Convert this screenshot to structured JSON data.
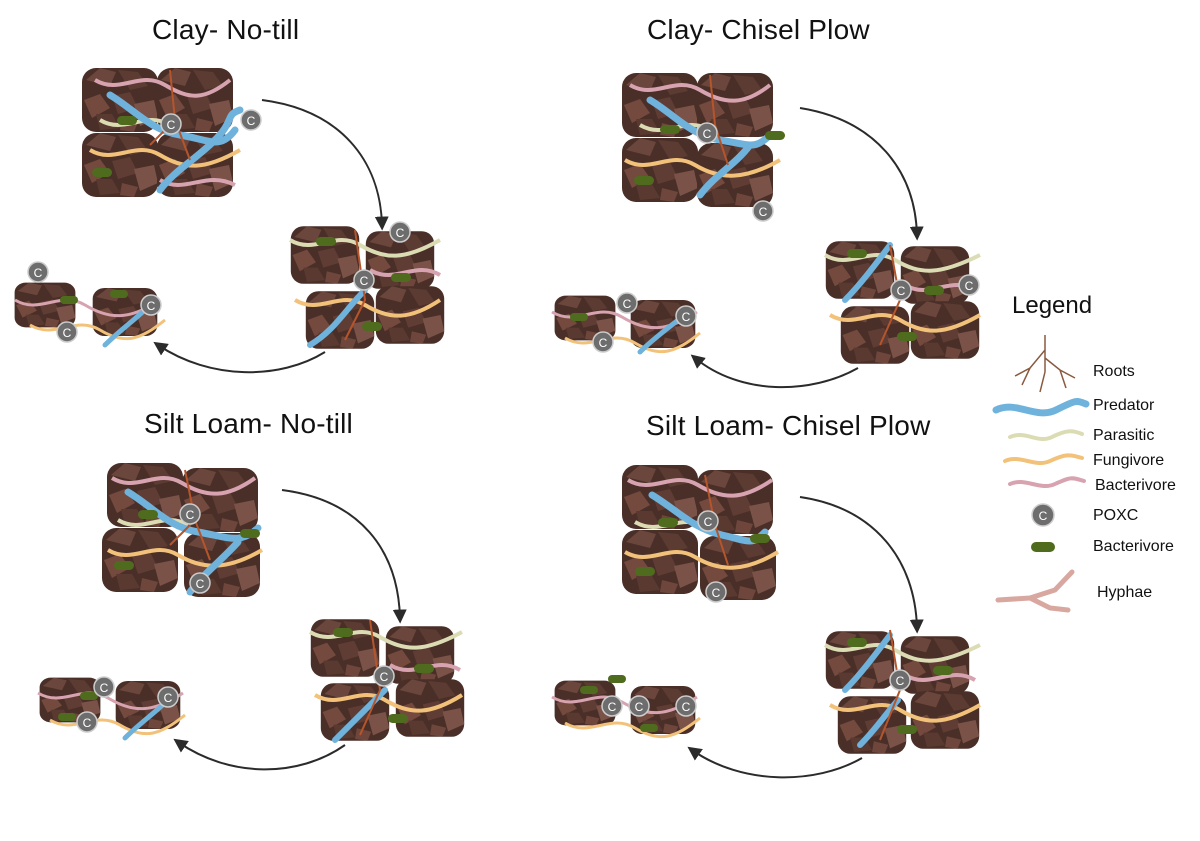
{
  "panels": [
    {
      "title": "Clay- No-till"
    },
    {
      "title": "Clay- Chisel Plow"
    },
    {
      "title": "Silt Loam- No-till"
    },
    {
      "title": "Silt Loam- Chisel Plow"
    }
  ],
  "poxc_symbol": "C",
  "legend": {
    "title": "Legend",
    "items": [
      {
        "label": "Roots",
        "icon": "roots-icon"
      },
      {
        "label": "Predator",
        "icon": "predator-worm-icon"
      },
      {
        "label": "Parasitic",
        "icon": "parasitic-worm-icon"
      },
      {
        "label": "Fungivore",
        "icon": "fungivore-worm-icon"
      },
      {
        "label": "Bacterivore",
        "icon": "bacterivore-worm-icon"
      },
      {
        "label": "POXC",
        "icon": "poxc-icon"
      },
      {
        "label": "Bacterivore",
        "icon": "bacteria-icon"
      },
      {
        "label": "Hyphae",
        "icon": "hyphae-icon"
      }
    ]
  },
  "colors": {
    "soil": "#5a3a30",
    "soil_dark": "#3f2822",
    "soil_light": "#7a5248",
    "predator": "#6fb2dc",
    "parasitic": "#dcdcb4",
    "fungivore": "#f2c27a",
    "bacterivore": "#d7a3b0",
    "roots": "#b5552c",
    "poxc": "#6d6d6d",
    "bacteria": "#4f6b1e",
    "hyphae": "#e6c3bd",
    "arrow": "#2b2b2b"
  }
}
